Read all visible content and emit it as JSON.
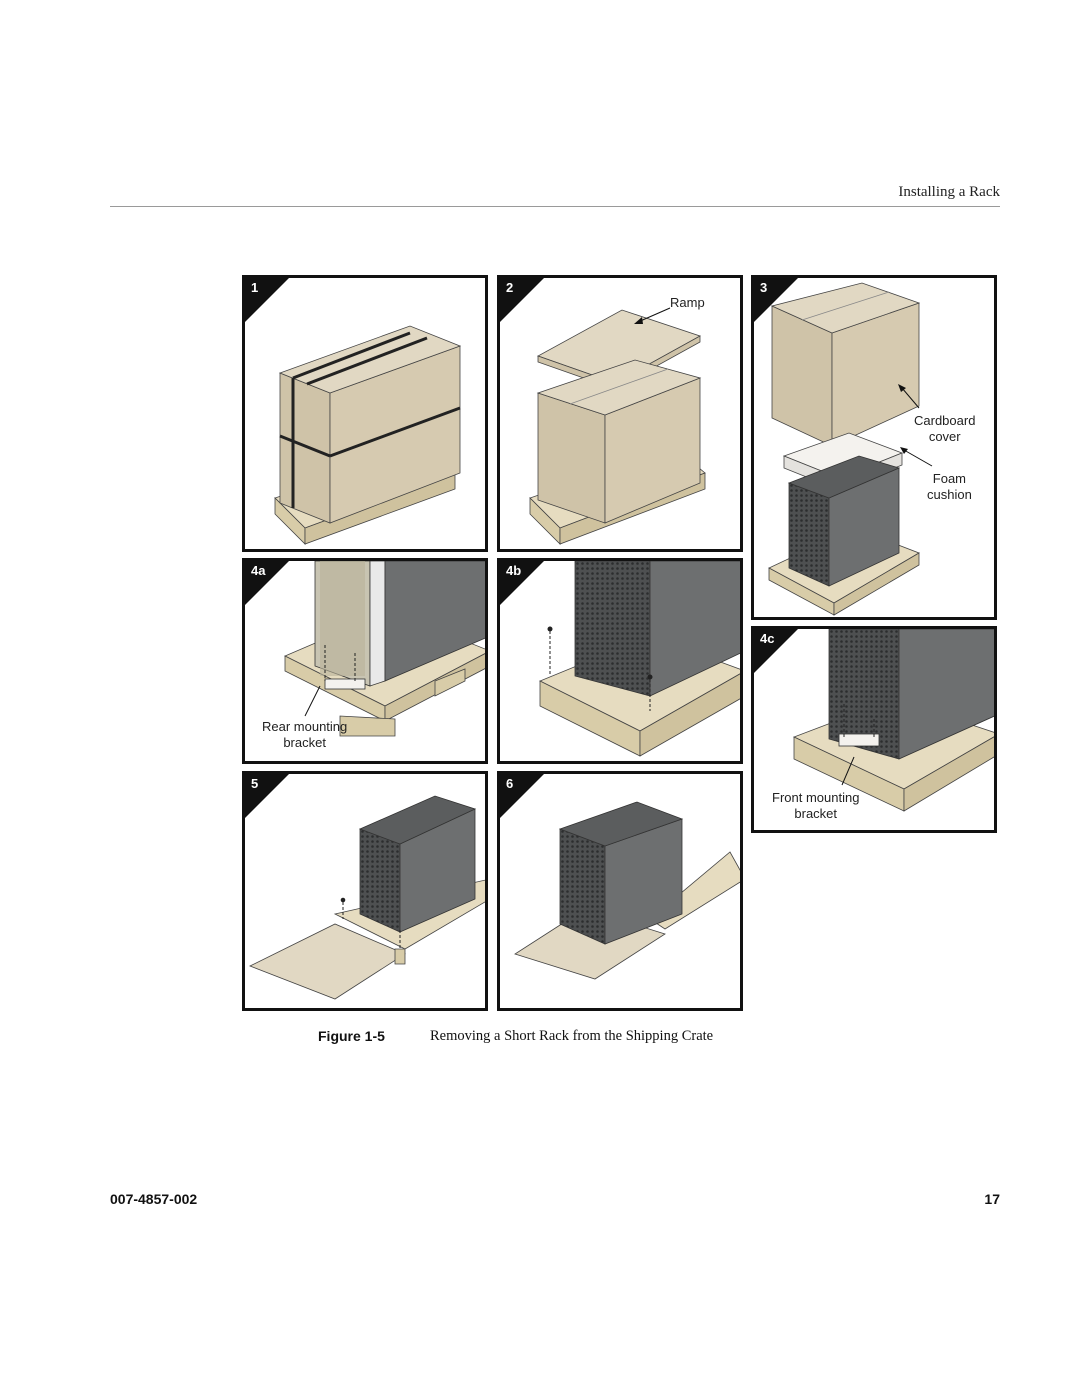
{
  "header": {
    "title": "Installing a Rack"
  },
  "figure": {
    "panels": [
      {
        "id": "1",
        "label": "1"
      },
      {
        "id": "2",
        "label": "2",
        "callouts": [
          "Ramp"
        ]
      },
      {
        "id": "3",
        "label": "3",
        "callouts": [
          "Cardboard\ncover",
          "Foam\ncushion"
        ]
      },
      {
        "id": "4a",
        "label": "4a",
        "callouts": [
          "Rear mounting\nbracket"
        ]
      },
      {
        "id": "4b",
        "label": "4b"
      },
      {
        "id": "4c",
        "label": "4c",
        "callouts": [
          "Front mounting\nbracket"
        ]
      },
      {
        "id": "5",
        "label": "5"
      },
      {
        "id": "6",
        "label": "6"
      }
    ],
    "caption_number": "Figure 1-5",
    "caption_text": "Removing a Short Rack from the Shipping Crate"
  },
  "footer": {
    "doc_number": "007-4857-002",
    "page_number": "17"
  },
  "colors": {
    "cardboard": "#d4c8ad",
    "cardboard_top": "#e1d8c3",
    "wood": "#e6dcc0",
    "rack": "#6d6f70",
    "rack_dark": "#4b4d4e",
    "panel_border": "#111111"
  }
}
